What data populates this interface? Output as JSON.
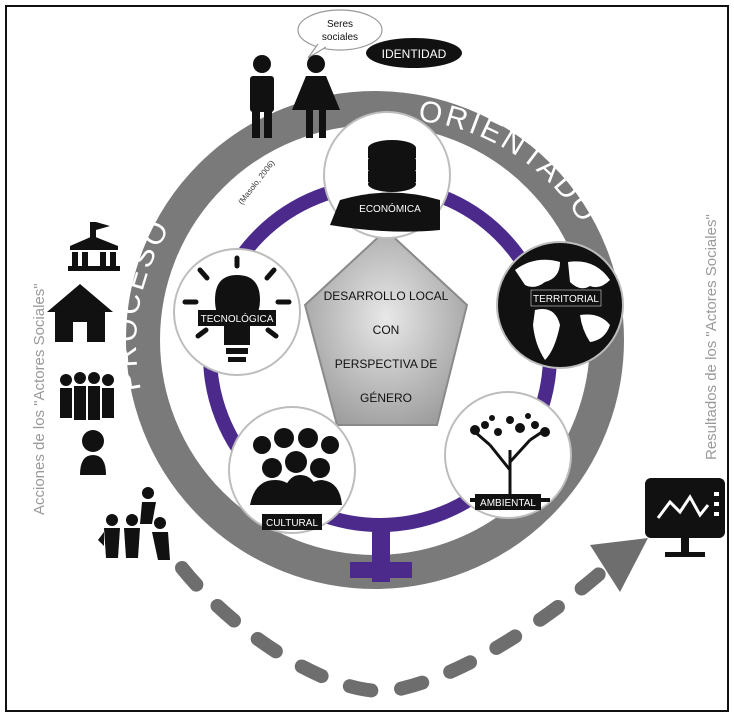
{
  "center": {
    "line1": "DESARROLLO LOCAL",
    "line2": "CON",
    "line3": "PERSPECTIVA DE",
    "line4": "GÉNERO"
  },
  "ring": {
    "proceso": "PROCESO",
    "orientado": "ORIENTADO"
  },
  "identity": {
    "bubble_line1": "Seres",
    "bubble_line2": "sociales",
    "badge": "IDENTIDAD"
  },
  "citation": "(Masolo, 2006)",
  "dimensions": [
    {
      "label": "ECONÓMICA",
      "icon": "coins-in-hand-icon"
    },
    {
      "label": "TERRITORIAL",
      "icon": "globe-icon"
    },
    {
      "label": "AMBIENTAL",
      "icon": "tree-icon"
    },
    {
      "label": "CULTURAL",
      "icon": "crowd-icon"
    },
    {
      "label": "TECNOLÓGICA",
      "icon": "lightbulb-icon"
    }
  ],
  "side_left": "Acciones de los \"Actores Sociales\"",
  "side_right": "Resultados de los \"Actores Sociales\"",
  "colors": {
    "ring_gray": "#7a7a7a",
    "venus_purple": "#4b2a8c",
    "pentagon": "#bdbdbd",
    "badge_black": "#111111"
  }
}
